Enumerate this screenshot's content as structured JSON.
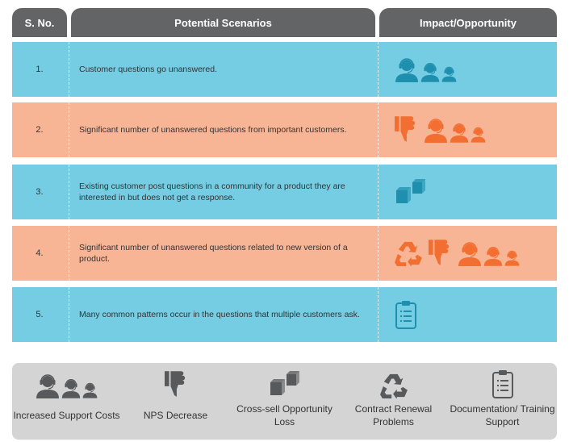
{
  "header": {
    "sno": "S. No.",
    "scenarios": "Potential Scenarios",
    "impact": "Impact/Opportunity"
  },
  "rows": [
    {
      "num": "1.",
      "text": "Customer questions go unanswered.",
      "icons": [
        "support-costs"
      ]
    },
    {
      "num": "2.",
      "text": "Significant number of unanswered questions from important customers.",
      "icons": [
        "nps-decrease",
        "support-costs"
      ]
    },
    {
      "num": "3.",
      "text": "Existing customer post questions in a community for a product they are interested in but does not get a response.",
      "icons": [
        "cross-sell"
      ]
    },
    {
      "num": "4.",
      "text": "Significant number of unanswered questions related to new version of a product.",
      "icons": [
        "renewal",
        "nps-decrease",
        "support-costs"
      ]
    },
    {
      "num": "5.",
      "text": "Many common patterns occur in the questions that multiple customers ask.",
      "icons": [
        "documentation"
      ]
    }
  ],
  "legend": [
    {
      "icon": "support-costs",
      "label": "Increased Support Costs"
    },
    {
      "icon": "nps-decrease",
      "label": "NPS Decrease"
    },
    {
      "icon": "cross-sell",
      "label": "Cross-sell Opportunity Loss"
    },
    {
      "icon": "renewal",
      "label": "Contract Renewal Problems"
    },
    {
      "icon": "documentation",
      "label": "Documentation/ Training Support"
    }
  ],
  "colors": {
    "header": "#636466",
    "blue_row": "#74cde3",
    "salmon_row": "#f7b596",
    "blue_icon": "#1f8fae",
    "orange_icon": "#f26f31",
    "legend_bg": "#d4d4d5",
    "legend_icon": "#58595b"
  }
}
